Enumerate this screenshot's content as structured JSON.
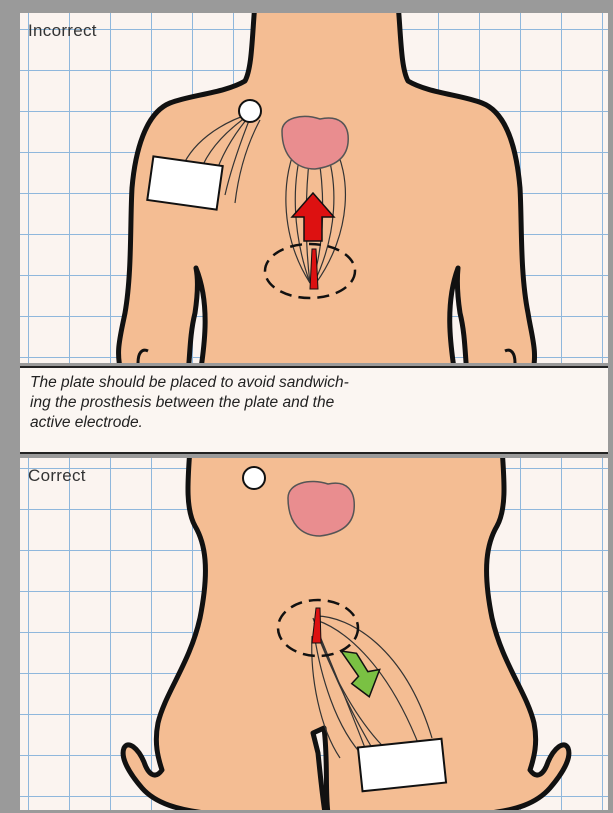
{
  "panels": {
    "incorrect": {
      "label": "Incorrect"
    },
    "correct": {
      "label": "Correct"
    }
  },
  "caption": {
    "lines": [
      "The plate should be placed to avoid sandwich-",
      "ing the prosthesis between the plate and the",
      "active electrode."
    ]
  },
  "colors": {
    "skin": "#f4bd93",
    "grid_line": "#8fb7dc",
    "heart": "#e98d8f",
    "current_arrow_incorrect": "#dd1111",
    "current_arrow_correct": "#7ac143",
    "electrode_plate": "#ffffff"
  }
}
